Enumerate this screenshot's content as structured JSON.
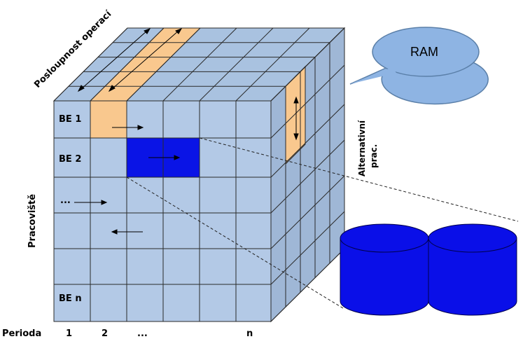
{
  "axes": {
    "operations_label": "Posloupnost operací",
    "workplace_label": "Pracoviště",
    "alternative_label_line1": "Alternativní",
    "alternative_label_line2": "prac.",
    "period_label": "Perioda"
  },
  "rows": [
    "BE 1",
    "BE 2",
    "...",
    "BE n"
  ],
  "periods": [
    "1",
    "2",
    "...",
    "n"
  ],
  "ram": {
    "label": "RAM"
  },
  "colors": {
    "cell": "#b3c9e6",
    "grid": "#2a2a2a",
    "highlight_orange": "#f9c88e",
    "highlight_blue": "#0a14e6",
    "cylinder": "#0a0fe8",
    "ram_bubble": "#8eb4e3"
  }
}
